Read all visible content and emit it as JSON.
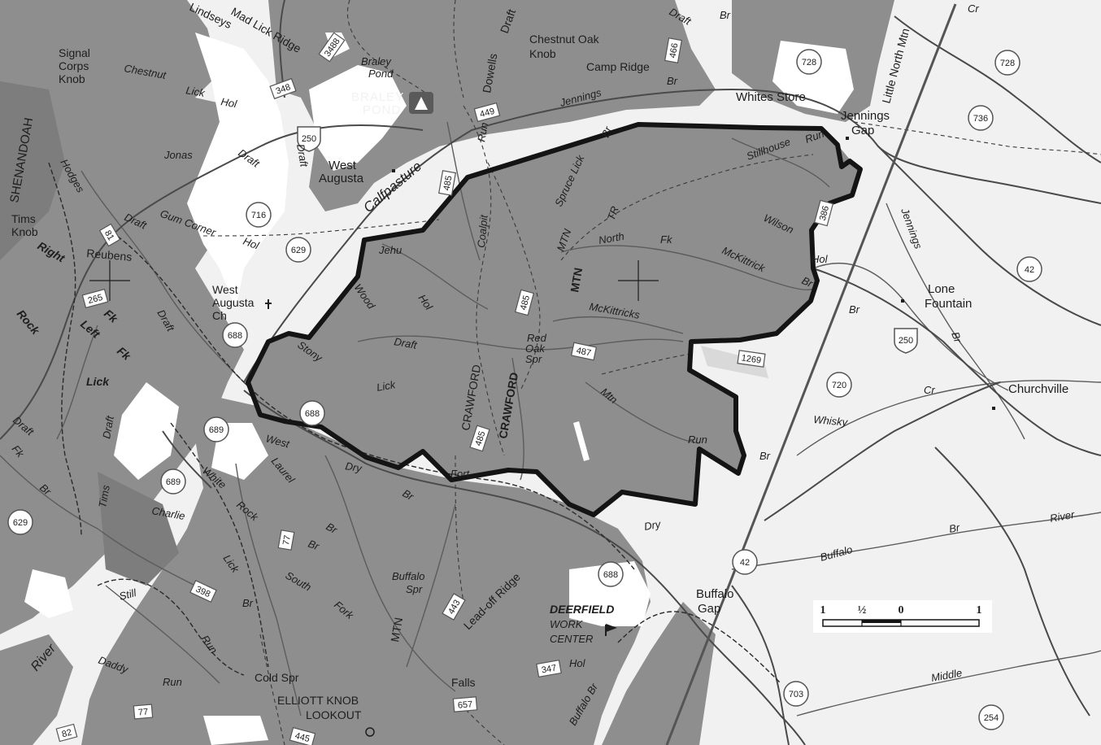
{
  "colors": {
    "forest": "#8e8e8e",
    "forest_dark": "#7d7d7d",
    "open_land": "#ffffff",
    "private_land": "#f1f1f1",
    "boundary": "#141414",
    "road": "#4a4a4a",
    "stream": "#5c5c5c"
  },
  "places": {
    "signal_corps_1": "Signal",
    "signal_corps_2": "Corps",
    "signal_corps_3": "Knob",
    "chestnut_oak_1": "Chestnut Oak",
    "chestnut_oak_2": "Knob",
    "camp_ridge": "Camp Ridge",
    "braley_pond_1": "Braley",
    "braley_pond_2": "Pond",
    "braley_pond_big_1": "BRALEY",
    "braley_pond_big_2": "POND",
    "whites_store": "Whites Store",
    "jennings_gap_1": "Jennings",
    "jennings_gap_2": "Gap",
    "west_augusta_1": "West",
    "west_augusta_2": "Augusta",
    "west_augusta_ch_1": "West",
    "west_augusta_ch_2": "Augusta",
    "west_augusta_ch_3": "Ch",
    "tims_knob_1": "Tims",
    "tims_knob_2": "Knob",
    "reubens": "Reubens",
    "shenandoah": "SHENANDOAH",
    "lone_fountain_1": "Lone",
    "lone_fountain_2": "Fountain",
    "churchville": "Churchville",
    "buffalo_gap_1": "Buffalo",
    "buffalo_gap_2": "Gap",
    "deerfield_1": "DEERFIELD",
    "deerfield_2": "WORK",
    "deerfield_3": "CENTER",
    "elliott_knob_1": "ELLIOTT KNOB",
    "elliott_knob_2": "LOOKOUT",
    "cold_spr": "Cold Spr",
    "falls": "Falls",
    "red_oak_1": "Red",
    "red_oak_2": "Oak",
    "red_oak_3": "Spr",
    "buffalo_spr_1": "Buffalo",
    "buffalo_spr_2": "Spr",
    "lead_off_ridge": "Lead-off Ridge",
    "crawford_1": "CRAWFORD",
    "crawford_2": "CRAWFORD",
    "mtn_center": "MTN",
    "mtn_south": "MTN",
    "mtn_tr_1": "MTN",
    "mtn_tr_2": "TR",
    "mad_lick_ridge": "Mad Lick Ridge",
    "little_north_mtn": "Little North Mtn",
    "dowells": "Dowells",
    "draft_top": "Draft",
    "lindseys": "Lindseys"
  },
  "water": {
    "chestnut_lick_hol_1": "Chestnut",
    "chestnut_lick_hol_2": "Lick",
    "chestnut_lick_hol_3": "Hol",
    "jonas": "Jonas",
    "jonas_draft": "Draft",
    "hodges": "Hodges",
    "hodges_draft": "Draft",
    "gum_corner": "Gum Corner",
    "gum_corner_hol": "Hol",
    "calfpasture": "Calfpasture",
    "draft_w": "Draft",
    "jennings_br": "Jennings",
    "br_top": "Br",
    "br_top2": "Br",
    "draft_top2": "Draft",
    "run_1": "Run",
    "spruce_lick": "Spruce Lick",
    "br_sl": "Br",
    "coalpit": "Coalpit",
    "stillhouse": "Stillhouse",
    "run_still": "Run",
    "wilson": "Wilson",
    "north_fk_1": "North",
    "north_fk_2": "Fk",
    "mckittrick_1": "McKittrick",
    "mckittrick_br": "Br",
    "mckittricks": "McKittricks",
    "hol_e": "Hol",
    "jehu": "Jehu",
    "wood_1": "Wood",
    "hol_jehu": "Hol",
    "draft_wood": "Draft",
    "stony": "Stony",
    "lick_stony": "Lick",
    "mtn_run_1": "Mtn",
    "mtn_run_2": "Run",
    "dry_br_1": "Dry",
    "dry_br_2": "Br",
    "dry_e": "Dry",
    "br_e": "Br",
    "west": "West",
    "laurel": "Laurel",
    "white_rock_1": "White",
    "white_rock_2": "Rock",
    "br_wr": "Br",
    "charlie": "Charlie",
    "lick_charlie": "Lick",
    "br_charlie": "Br",
    "south_fork_1": "South",
    "south_fork_2": "Fork",
    "still": "Still",
    "run_still2": "Run",
    "daddy": "Daddy",
    "run_daddy": "Run",
    "river_w": "River",
    "tims": "Tims",
    "draft_tims": "Draft",
    "right_fk_1": "Right",
    "rock": "Rock",
    "left_fk_1": "Left",
    "left_fk_2": "Fk",
    "fk_right": "Fk",
    "lick_w": "Lick",
    "draft_sw": "Draft",
    "fk_sw": "Fk",
    "br_sw": "Br",
    "draft_reubens": "Draft",
    "jennings_e": "Jennings",
    "br_jennings_e": "Br",
    "br_lone": "Br",
    "whisky": "Whisky",
    "cr_whisky": "Cr",
    "cr_top": "Cr",
    "buffalo_e": "Buffalo",
    "br_buffalo_e": "Br",
    "river_e": "River",
    "middle": "Middle",
    "buffalo_br_s": "Buffalo Br",
    "hol_deer": "Hol",
    "fort_1": "Fort"
  },
  "shields": {
    "us250_a": "250",
    "us250_b": "250",
    "va716": "716",
    "va629_a": "629",
    "va629_b": "629",
    "va688_a": "688",
    "va688_b": "688",
    "va688_c": "688",
    "va689_a": "689",
    "va689_b": "689",
    "va728_a": "728",
    "va728_b": "728",
    "va736": "736",
    "va42_a": "42",
    "va42_b": "42",
    "va720": "720",
    "va703": "703",
    "va254": "254",
    "fs348": "348",
    "fs3488": "3488",
    "fs466": "466",
    "fs449": "449",
    "fs485_a": "485",
    "fs485_b": "485",
    "fs485_c": "485",
    "fs487": "487",
    "fs1269": "1269",
    "fs386": "386",
    "fs81": "81",
    "fs265": "265",
    "fs77_a": "77",
    "fs77_b": "77",
    "fs398": "398",
    "fs443": "443",
    "fs347": "347",
    "fs657": "657",
    "fs445": "445",
    "fs82": "82"
  },
  "scale_bar": {
    "label_left": "1",
    "label_half": "½",
    "label_zero": "0",
    "label_right": "1"
  }
}
